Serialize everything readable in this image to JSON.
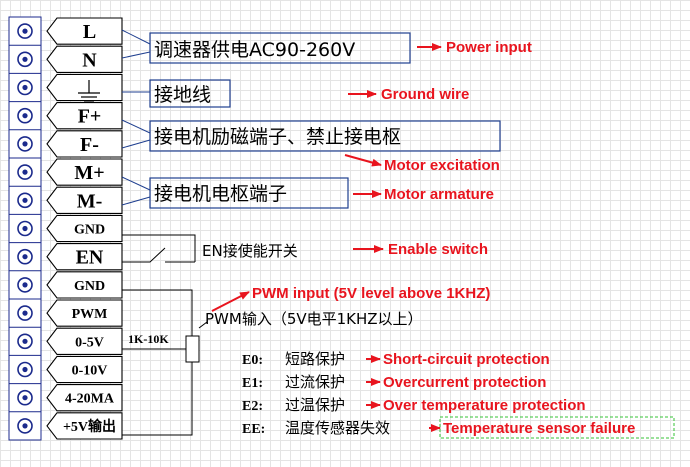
{
  "terminals": [
    {
      "label": "L"
    },
    {
      "label": "N"
    },
    {
      "label": ""
    },
    {
      "label": "F+"
    },
    {
      "label": "F-"
    },
    {
      "label": "M+"
    },
    {
      "label": "M-"
    },
    {
      "label": "GND"
    },
    {
      "label": "EN"
    },
    {
      "label": "GND"
    },
    {
      "label": "PWM"
    },
    {
      "label": "0-5V"
    },
    {
      "label": "0-10V"
    },
    {
      "label": "4-20MA"
    },
    {
      "label": "+5V输出"
    }
  ],
  "labels": {
    "power_cn": "调速器供电AC90-260V",
    "power_en": "Power input",
    "ground_cn": "接地线",
    "ground_en": "Ground wire",
    "excitation_cn": "接电机励磁端子、禁止接电枢",
    "excitation_en": "Motor excitation",
    "armature_cn": "接电机电枢端子",
    "armature_en": "Motor armature",
    "enable_cn": "EN接使能开关",
    "enable_en": "Enable switch",
    "pwm_cn": "PWM输入（5V电平1KHZ以上）",
    "pwm_en": "PWM input (5V level above 1KHZ)",
    "resistor": "1K-10K"
  },
  "errors": [
    {
      "code": "E0:",
      "cn": "短路保护",
      "en": "Short-circuit protection"
    },
    {
      "code": "E1:",
      "cn": "过流保护",
      "en": "Overcurrent protection"
    },
    {
      "code": "E2:",
      "cn": "过温保护",
      "en": "Over temperature protection"
    },
    {
      "code": "EE:",
      "cn": "温度传感器失效",
      "en": "Temperature sensor failure"
    }
  ],
  "colors": {
    "accent_red": "#e8141e",
    "box_blue": "#1f3f8f",
    "terminal_blue": "#1b2a8c"
  }
}
